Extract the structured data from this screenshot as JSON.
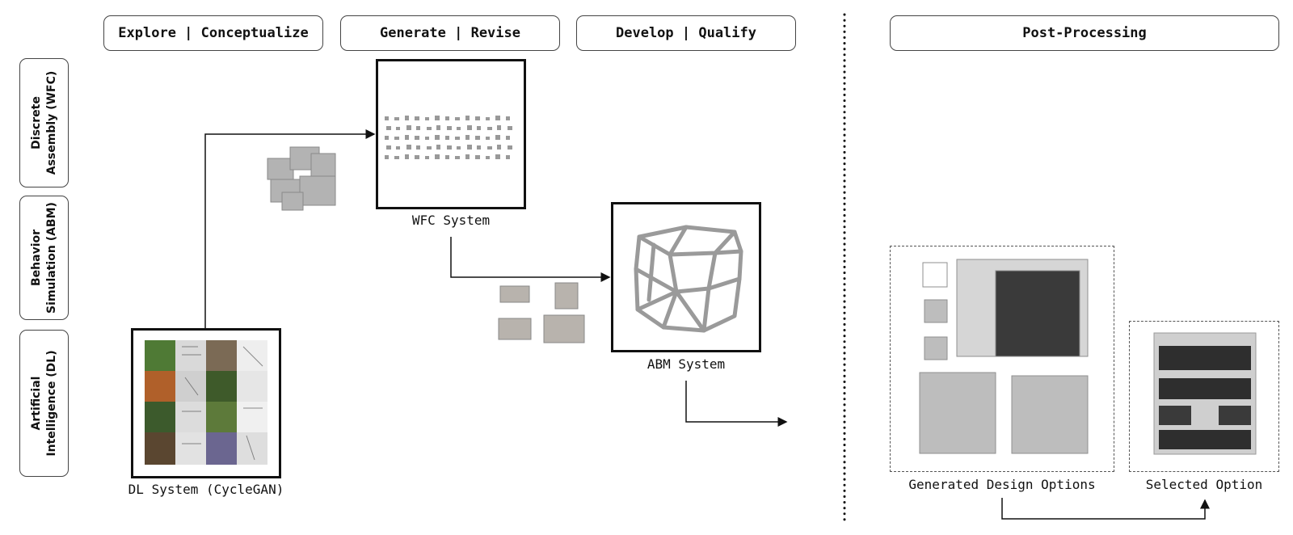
{
  "phases": {
    "explore": "Explore | Conceptualize",
    "generate": "Generate | Revise",
    "develop": "Develop | Qualify",
    "post": "Post-Processing"
  },
  "rows": {
    "wfc": "Discrete\nAssembly (WFC)",
    "abm": "Behavior\nSimulation (ABM)",
    "dl": "Artificial\nIntelligence (DL)"
  },
  "captions": {
    "wfc_system": "WFC System",
    "abm_system": "ABM System",
    "dl_system": "DL System (CycleGAN)",
    "generated": "Generated Design Options",
    "selected": "Selected Option"
  },
  "colors": {
    "line": "#111111",
    "render_gray": "#9a9a9a",
    "border": "#444444"
  }
}
